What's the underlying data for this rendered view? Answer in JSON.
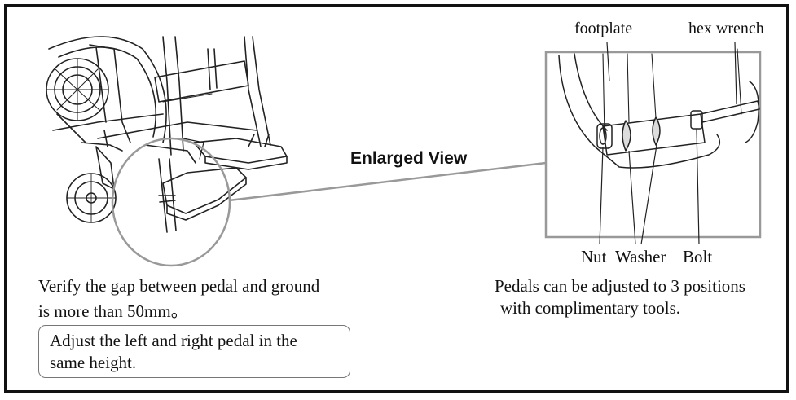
{
  "labels": {
    "footplate": "footplate",
    "hex_wrench": "hex wrench",
    "enlarged_view": "Enlarged View",
    "nut": "Nut",
    "washer": "Washer",
    "bolt": "Bolt"
  },
  "instructions": {
    "gap_line1": "Verify the gap between pedal and ground",
    "gap_line2": "is more than 50mm。",
    "positions_line1": "Pedals can be adjusted to 3 positions",
    "positions_line2": "with complimentary tools.",
    "note_line1": "Adjust the left and right pedal in the",
    "note_line2": "same height."
  }
}
